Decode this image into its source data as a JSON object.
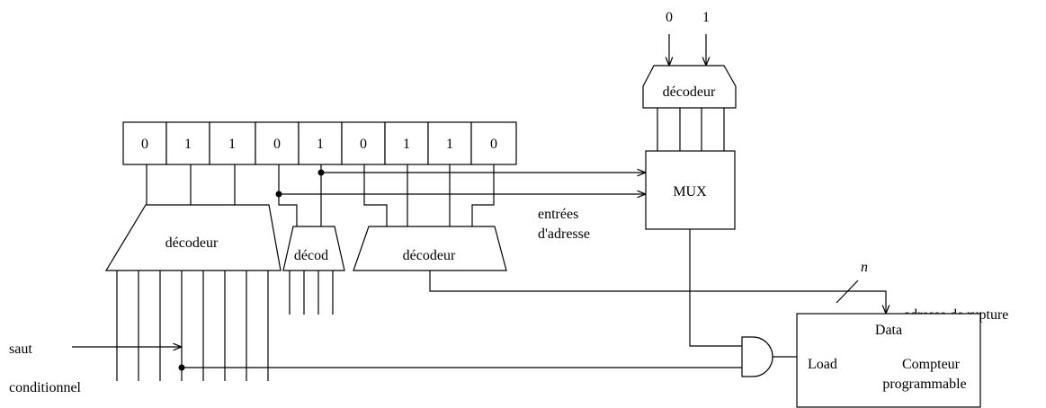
{
  "register": {
    "bits": [
      "0",
      "1",
      "1",
      "0",
      "1",
      "0",
      "1",
      "1",
      "0"
    ]
  },
  "top_inputs": {
    "bit0": "0",
    "bit1": "1"
  },
  "blocks": {
    "top_decoder": "décodeur",
    "mux": "MUX",
    "main_decoder": "décodeur",
    "small_decoder": "décod",
    "right_decoder": "décodeur",
    "counter_data": "Data",
    "counter_load": "Load",
    "counter_line1": "Compteur",
    "counter_line2": "programmable"
  },
  "labels": {
    "address_inputs_1": "entrées",
    "address_inputs_2": "d'adresse",
    "bus_width": "n",
    "break_address": "adresse de rupture",
    "cond_jump_1": "saut",
    "cond_jump_2": "conditionnel"
  }
}
